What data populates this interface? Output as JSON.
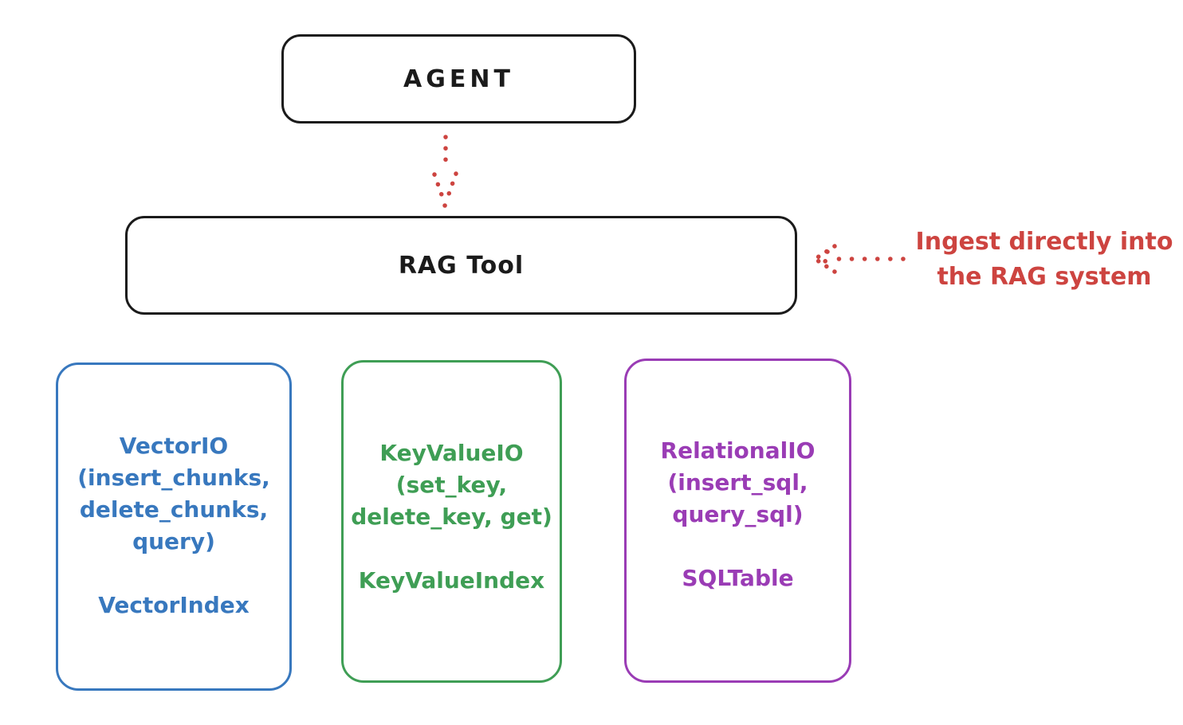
{
  "colors": {
    "background": "#ffffff",
    "ink": "#1b1b1b",
    "red": "#cd4440",
    "blue": "#3878be",
    "green": "#3f9e55",
    "purple": "#9a3cb5"
  },
  "agent": {
    "label": "AGENT"
  },
  "rag_tool": {
    "label": "RAG Tool"
  },
  "annotation": {
    "line1": "Ingest directly into",
    "line2": "the RAG system"
  },
  "stores": [
    {
      "name": "vector-io",
      "color": "#3878be",
      "lines": [
        "VectorIO",
        "(insert_chunks,",
        "delete_chunks,",
        "query)"
      ],
      "index": "VectorIndex"
    },
    {
      "name": "key-value-io",
      "color": "#3f9e55",
      "lines": [
        "KeyValueIO",
        "(set_key,",
        "delete_key, get)"
      ],
      "index": "KeyValueIndex"
    },
    {
      "name": "relational-io",
      "color": "#9a3cb5",
      "lines": [
        "RelationalIO",
        "(insert_sql,",
        "query_sql)"
      ],
      "index": "SQLTable"
    }
  ],
  "arrows": [
    {
      "name": "agent-to-rag-tool",
      "style": "dotted",
      "color": "#cd4440",
      "direction": "down"
    },
    {
      "name": "ingest-into-rag",
      "style": "dotted",
      "color": "#cd4440",
      "direction": "left"
    }
  ]
}
